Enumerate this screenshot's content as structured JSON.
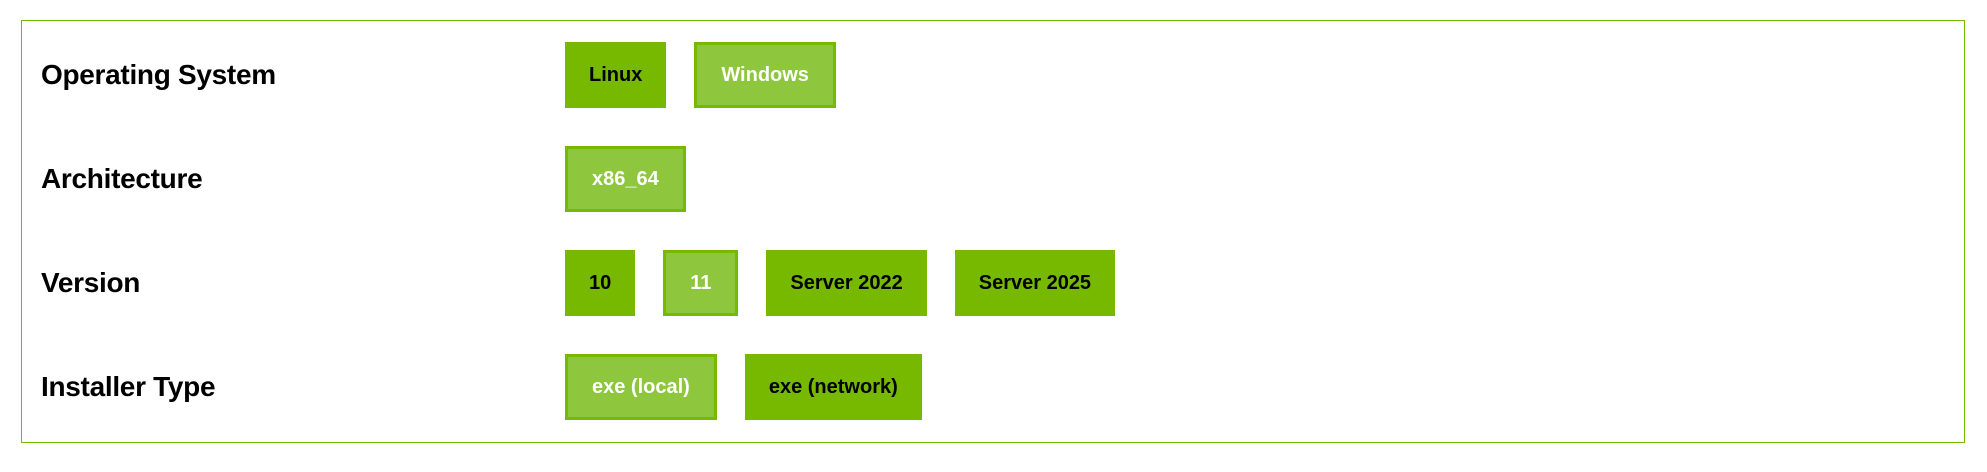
{
  "colors": {
    "green": "#76b900",
    "green-light": "#8ec73e",
    "panel-border": "#76b900",
    "text-dark": "#000000",
    "text-light": "#ffffff",
    "page-bg": "#ffffff"
  },
  "rows": [
    {
      "label": "Operating System",
      "options": [
        {
          "label": "Linux",
          "selected": false
        },
        {
          "label": "Windows",
          "selected": true
        }
      ]
    },
    {
      "label": "Architecture",
      "options": [
        {
          "label": "x86_64",
          "selected": true
        }
      ]
    },
    {
      "label": "Version",
      "options": [
        {
          "label": "10",
          "selected": false
        },
        {
          "label": "11",
          "selected": true
        },
        {
          "label": "Server 2022",
          "selected": false
        },
        {
          "label": "Server 2025",
          "selected": false
        }
      ]
    },
    {
      "label": "Installer Type",
      "options": [
        {
          "label": "exe (local)",
          "selected": true
        },
        {
          "label": "exe (network)",
          "selected": false
        }
      ]
    }
  ]
}
